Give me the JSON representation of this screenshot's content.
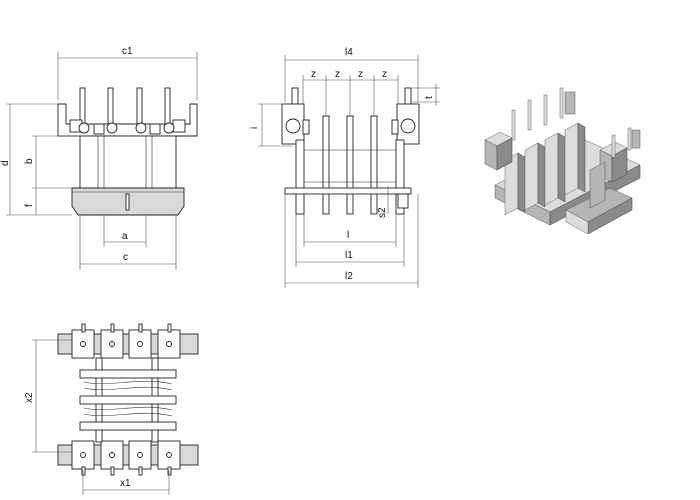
{
  "labels": {
    "c1": "c1",
    "d": "d",
    "b": "b",
    "f": "f",
    "a": "a",
    "c": "c",
    "l4": "l4",
    "z": "z",
    "t": "t",
    "i": "i",
    "s2": "s2",
    "l": "l",
    "l1": "l1",
    "l2": "l2",
    "x2": "x2",
    "x1": "x1"
  },
  "colors": {
    "line": "#222222",
    "dimension": "#555555",
    "fill_grey": "#d9d9d9",
    "background": "#ffffff"
  }
}
